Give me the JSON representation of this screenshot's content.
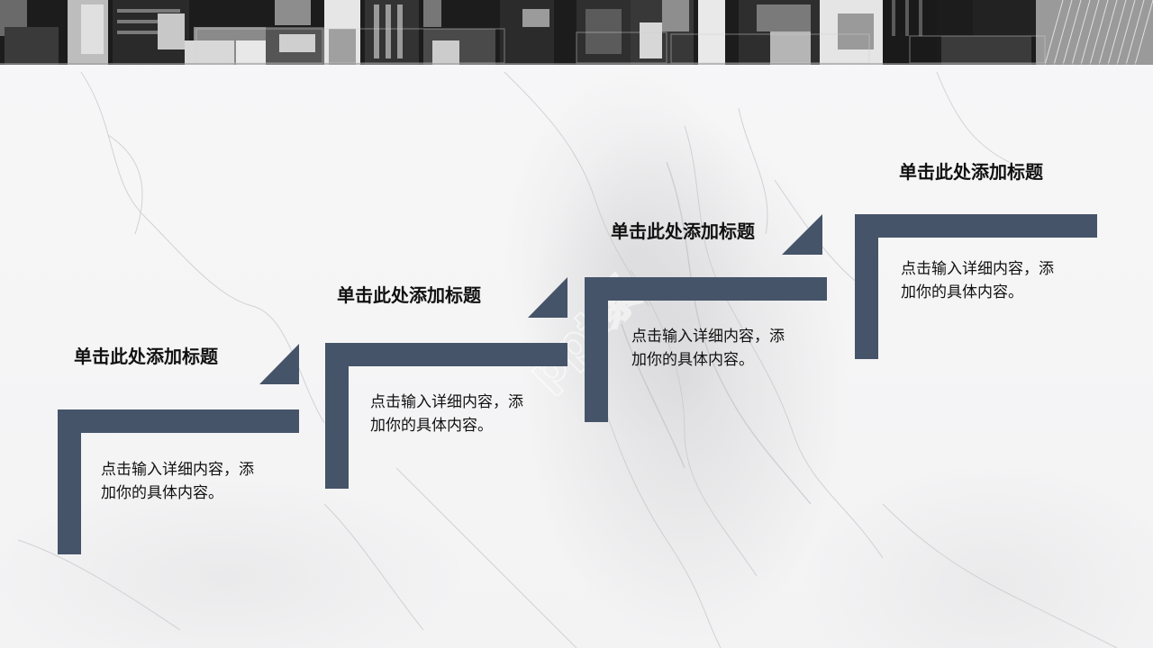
{
  "slide": {
    "accent_color": "#465469",
    "header_image": "city-aerial-photo",
    "background": "marble-texture",
    "watermark_text": "ppt素材"
  },
  "steps": [
    {
      "title": "单击此处添加标题",
      "body_line1": "点击输入详细内容，添",
      "body_line2": "加你的具体内容。"
    },
    {
      "title": "单击此处添加标题",
      "body_line1": "点击输入详细内容，添",
      "body_line2": "加你的具体内容。"
    },
    {
      "title": "单击此处添加标题",
      "body_line1": "点击输入详细内容，添",
      "body_line2": "加你的具体内容。"
    },
    {
      "title": "单击此处添加标题",
      "body_line1": "点击输入详细内容，添",
      "body_line2": "加你的具体内容。"
    }
  ]
}
